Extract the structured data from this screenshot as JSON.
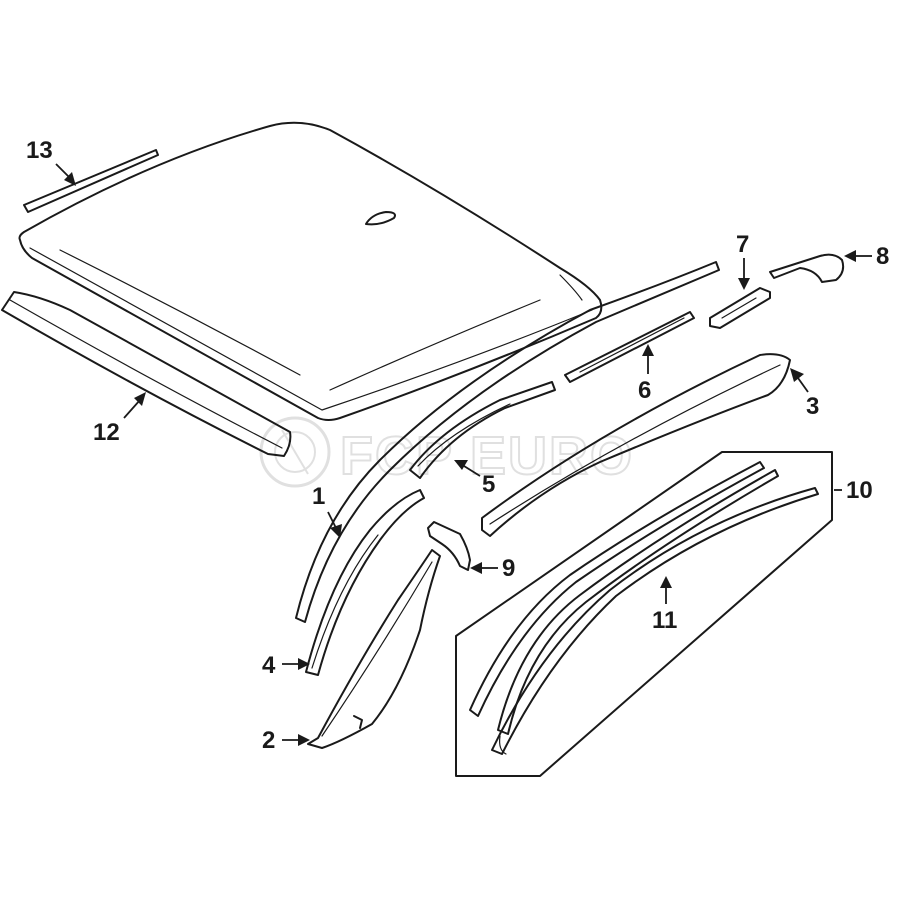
{
  "watermark": {
    "text": "FCP EURO"
  },
  "callouts": [
    {
      "id": "1",
      "label": "1"
    },
    {
      "id": "2",
      "label": "2"
    },
    {
      "id": "3",
      "label": "3"
    },
    {
      "id": "4",
      "label": "4"
    },
    {
      "id": "5",
      "label": "5"
    },
    {
      "id": "6",
      "label": "6"
    },
    {
      "id": "7",
      "label": "7"
    },
    {
      "id": "8",
      "label": "8"
    },
    {
      "id": "9",
      "label": "9"
    },
    {
      "id": "10",
      "label": "10"
    },
    {
      "id": "11",
      "label": "11"
    },
    {
      "id": "12",
      "label": "12"
    },
    {
      "id": "13",
      "label": "13"
    }
  ]
}
